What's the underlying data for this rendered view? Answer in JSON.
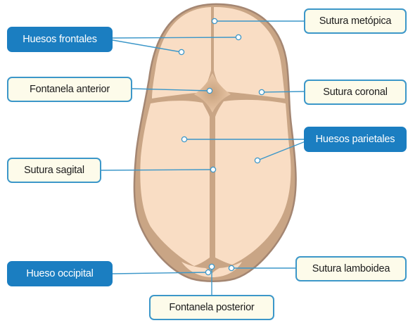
{
  "labels": {
    "huesos_frontales": "Huesos frontales",
    "fontanela_anterior": "Fontanela anterior",
    "sutura_sagital": "Sutura sagital",
    "hueso_occipital": "Hueso occipital",
    "sutura_metopica": "Sutura metópica",
    "sutura_coronal": "Sutura coronal",
    "huesos_parietales": "Huesos parietales",
    "sutura_lamboidea": "Sutura lamboidea",
    "fontanela_posterior": "Fontanela posterior"
  },
  "colors": {
    "bone_fill": "#f9ddc4",
    "skull_outline": "#a48672",
    "suture": "#b69378",
    "leader_line": "#3c97c9",
    "label_light_bg": "#fdfbea",
    "label_dark_bg": "#1b7ec1"
  }
}
